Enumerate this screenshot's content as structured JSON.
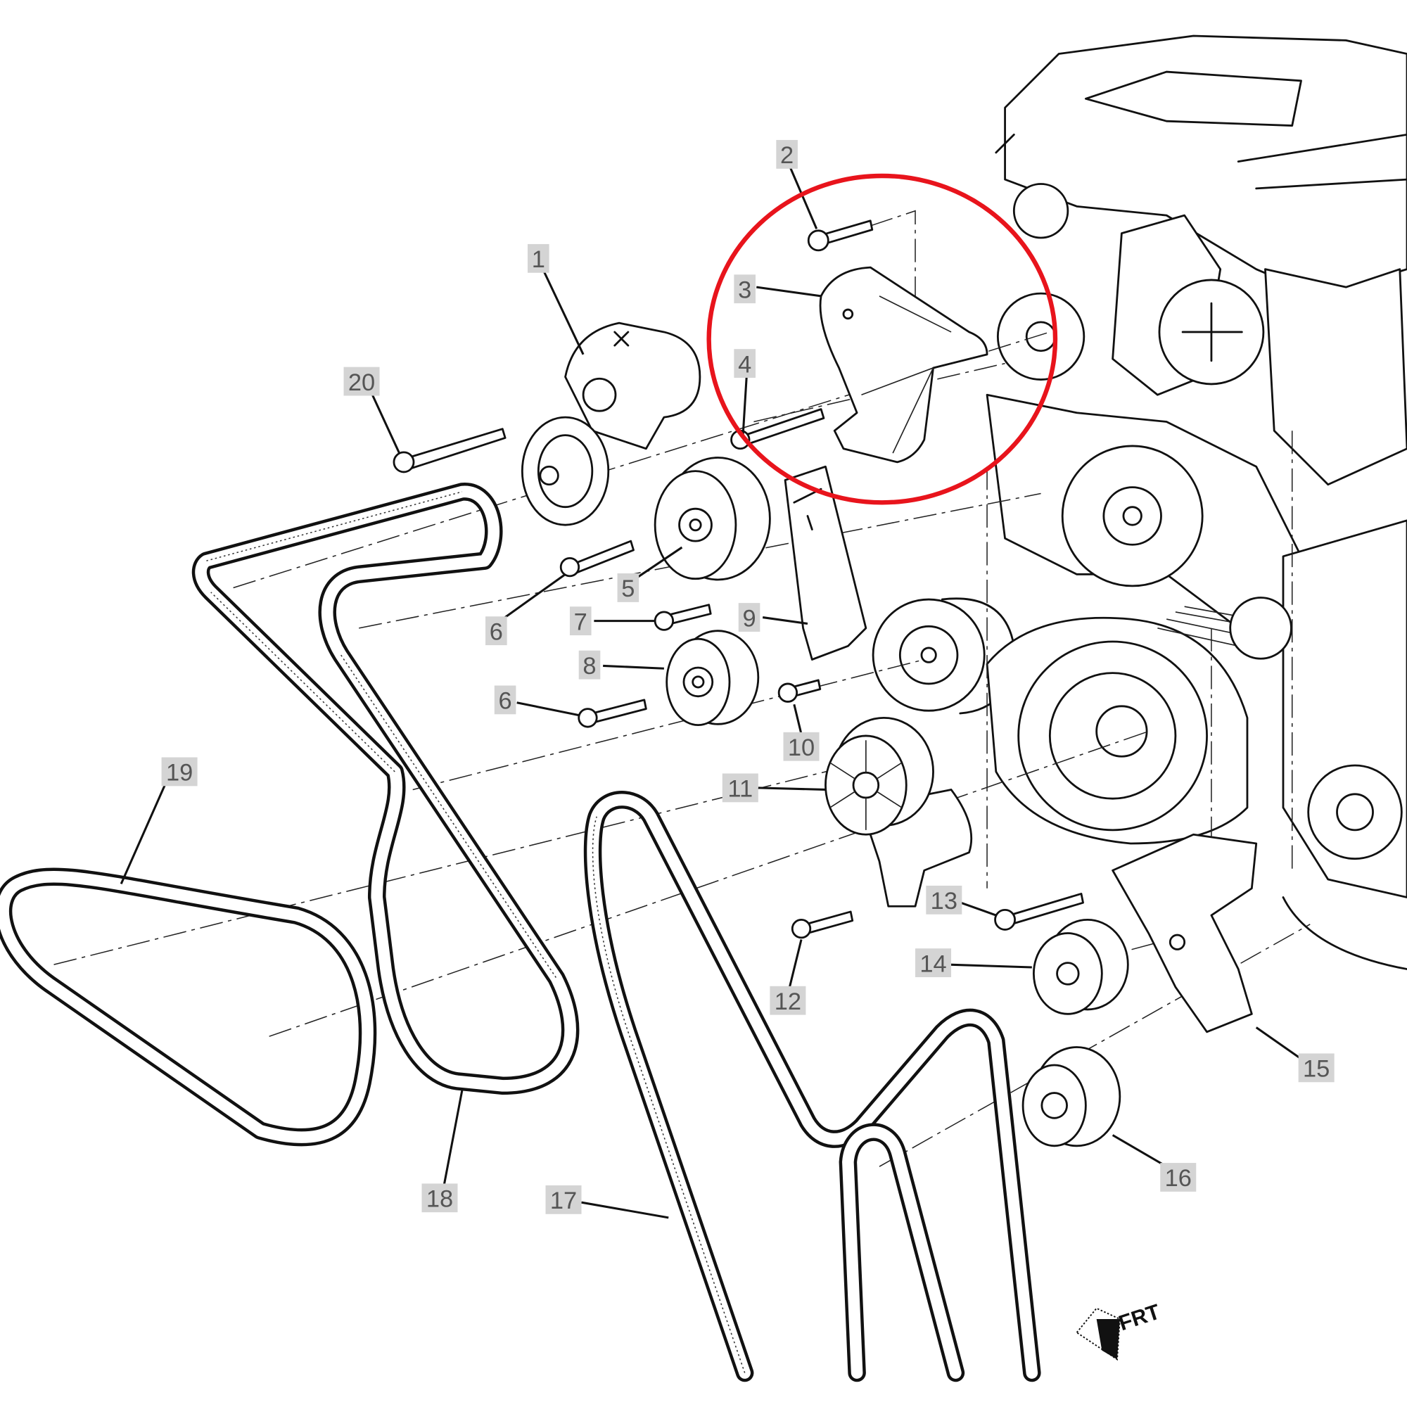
{
  "diagram": {
    "title_badge": "FRT",
    "callouts": [
      "1",
      "2",
      "3",
      "4",
      "5",
      "6",
      "7",
      "8",
      "6",
      "9",
      "10",
      "11",
      "12",
      "13",
      "14",
      "15",
      "16",
      "17",
      "18",
      "19",
      "20"
    ],
    "highlight_color": "#e8141c",
    "label_background": "#d4d4d4",
    "line_color": "#111111"
  }
}
